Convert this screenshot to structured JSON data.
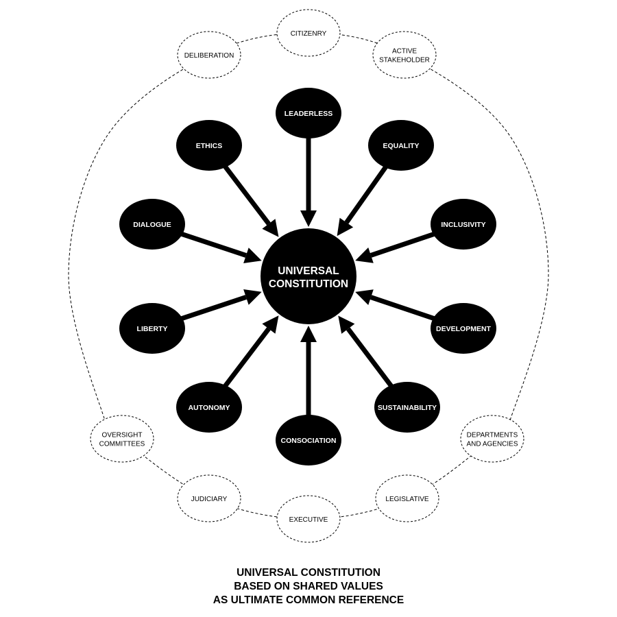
{
  "center": {
    "line1": "UNIVERSAL",
    "line2": "CONSTITUTION"
  },
  "values": [
    "LEADERLESS",
    "EQUALITY",
    "INCLUSIVITY",
    "DEVELOPMENT",
    "SUSTAINABILITY",
    "CONSOCIATION",
    "AUTONOMY",
    "LIBERTY",
    "DIALOGUE",
    "ETHICS"
  ],
  "outer": [
    [
      "CITIZENRY"
    ],
    [
      "ACTIVE",
      "STAKEHOLDER"
    ],
    [
      "DEPARTMENTS",
      "AND AGENCIES"
    ],
    [
      "LEGISLATIVE"
    ],
    [
      "EXECUTIVE"
    ],
    [
      "JUDICIARY"
    ],
    [
      "OVERSIGHT",
      "COMMITTEES"
    ],
    [
      "DELIBERATION"
    ]
  ],
  "caption": {
    "line1": "UNIVERSAL CONSTITUTION",
    "line2": "BASED ON SHARED VALUES",
    "line3": "AS ULTIMATE COMMON REFERENCE"
  },
  "colors": {
    "fill": "#000000",
    "text_on_fill": "#ffffff",
    "outline": "#000000"
  }
}
